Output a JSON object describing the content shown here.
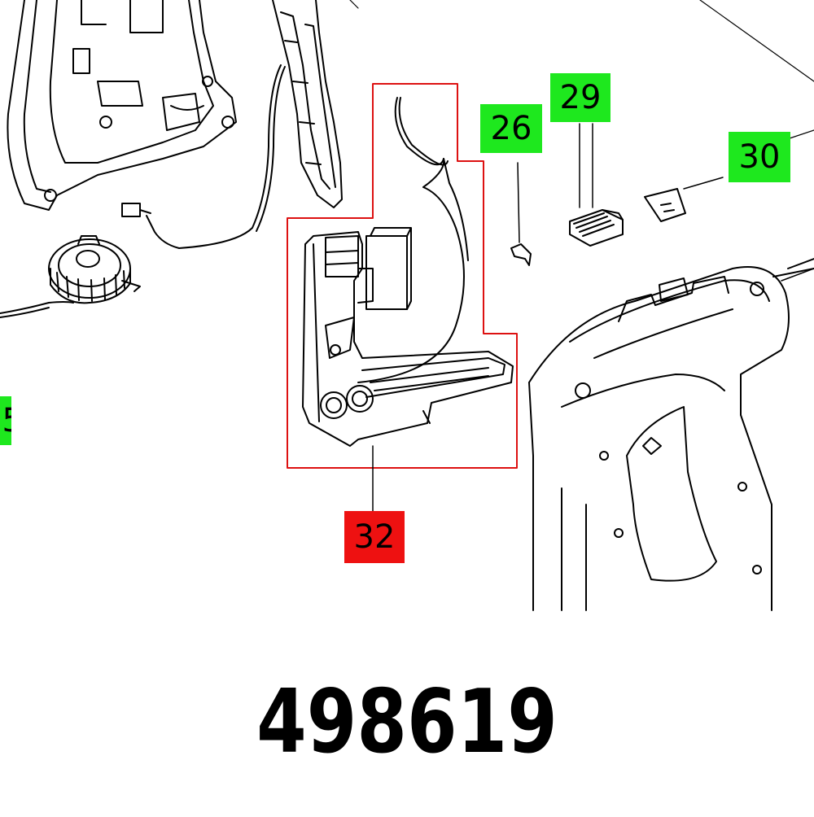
{
  "callouts": {
    "c26": "26",
    "c29": "29",
    "c30": "30",
    "c32": "32",
    "c_partial_left": "5"
  },
  "part_number": "498619",
  "colors": {
    "highlight_green": "#1ee81e",
    "highlight_red": "#ee1111",
    "outline_red": "#dd1111",
    "line": "#000000"
  },
  "icons": {
    "housing_left": "tool-housing-shell",
    "housing_cover": "side-cover-plate",
    "motor_fan": "motor-fan-wheel",
    "cable": "cable-with-connector",
    "switch_module": "electronics-switch-module",
    "spring_clip": "spring-clip",
    "slide_button": "slide-button",
    "label_plate": "label-plate",
    "handle_housing": "handle-housing"
  }
}
